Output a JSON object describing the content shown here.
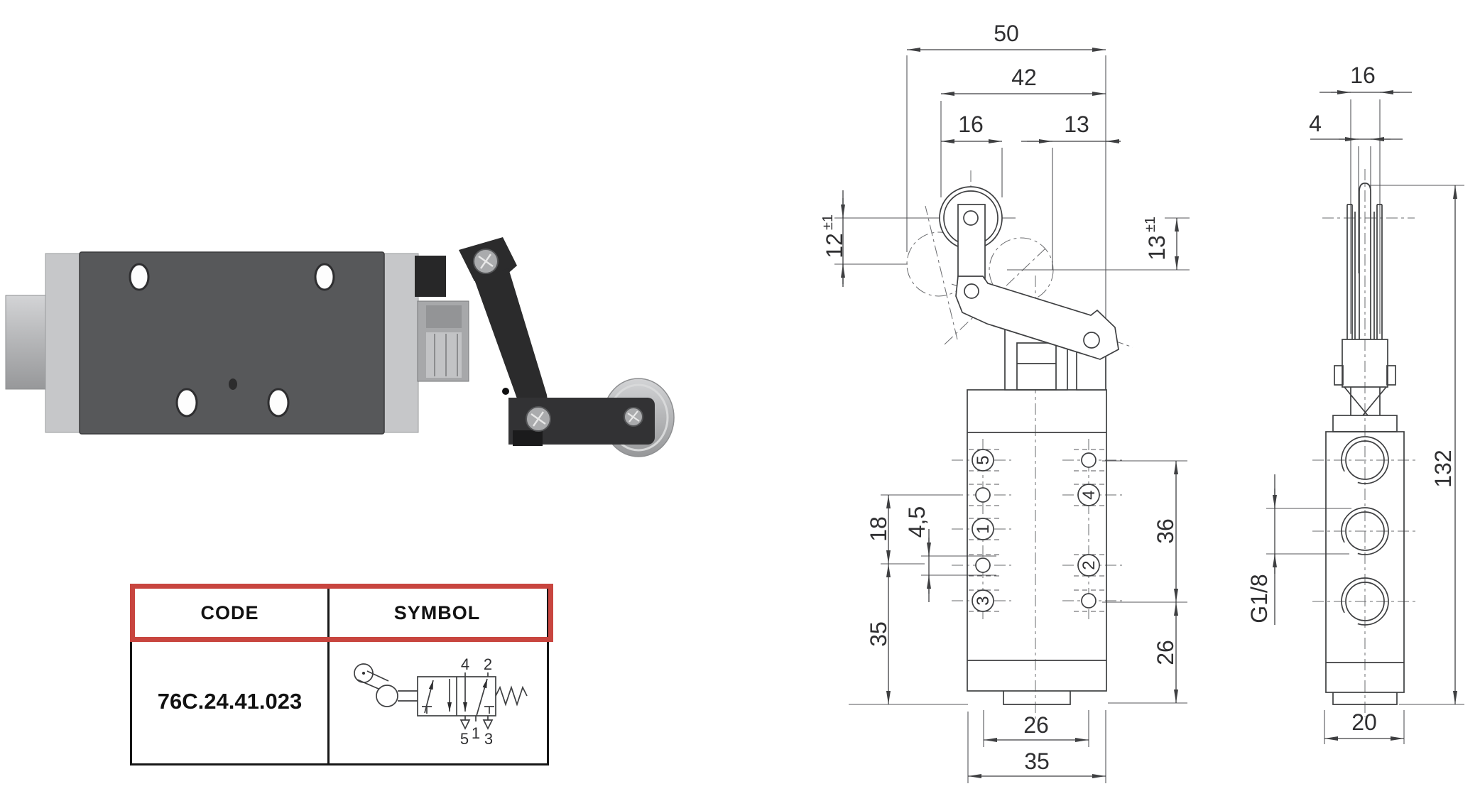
{
  "colors": {
    "accent_red": "#c8453f",
    "drawing_line": "#3e3f41",
    "product_body_dark": "#57585a",
    "product_body_light": "#c7c8ca",
    "product_metal": "#aaabad",
    "product_black": "#2b2b2c"
  },
  "table": {
    "header_code": "CODE",
    "header_symbol": "SYMBOL",
    "code_value": "76C.24.41.023",
    "symbol": {
      "top_ports": [
        "4",
        "2"
      ],
      "bottom_ports": [
        "5",
        "1",
        "3"
      ]
    }
  },
  "front_view": {
    "dims": {
      "width_overall": "50",
      "width_roller_to_body": "42",
      "roller_dia": "16",
      "offset_13": "13",
      "travel_left": {
        "value": "12",
        "tol": "±1"
      },
      "travel_right": {
        "value": "13",
        "tol": "±1"
      },
      "left_18": "18",
      "left_4_5": "4,5",
      "left_35": "35",
      "right_36": "36",
      "right_26": "26",
      "bottom_26": "26",
      "bottom_35": "35"
    },
    "ports": {
      "p5": "5",
      "p1": "1",
      "p3": "3",
      "p4": "4",
      "p2": "2"
    }
  },
  "side_view": {
    "dims": {
      "top_16": "16",
      "top_4": "4",
      "height_132": "132",
      "bottom_20": "20",
      "thread": "G1/8"
    }
  }
}
